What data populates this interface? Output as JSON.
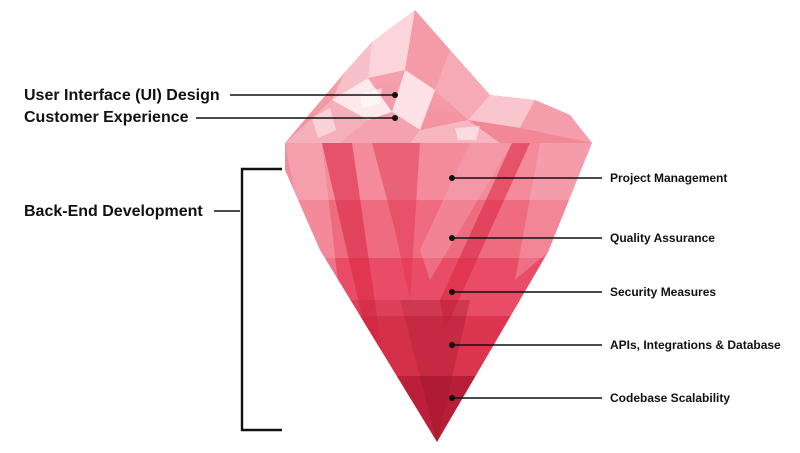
{
  "diagram": {
    "top_labels": [
      {
        "text": "User Interface (UI) Design"
      },
      {
        "text": "Customer Experience"
      }
    ],
    "group_label": "Back-End Development",
    "layer_labels": [
      {
        "text": "Project Management"
      },
      {
        "text": "Quality Assurance"
      },
      {
        "text": "Security Measures"
      },
      {
        "text": "APIs, Integrations & Database"
      },
      {
        "text": "Codebase Scalability"
      }
    ],
    "colors": {
      "tip_light": "#f9cbd2",
      "tip_mid": "#f08a98",
      "band_1": "#f38b9b",
      "band_2": "#ef6c80",
      "band_3": "#e94c66",
      "band_4": "#dc3550",
      "band_5": "#b81f36",
      "text": "#111111"
    }
  }
}
